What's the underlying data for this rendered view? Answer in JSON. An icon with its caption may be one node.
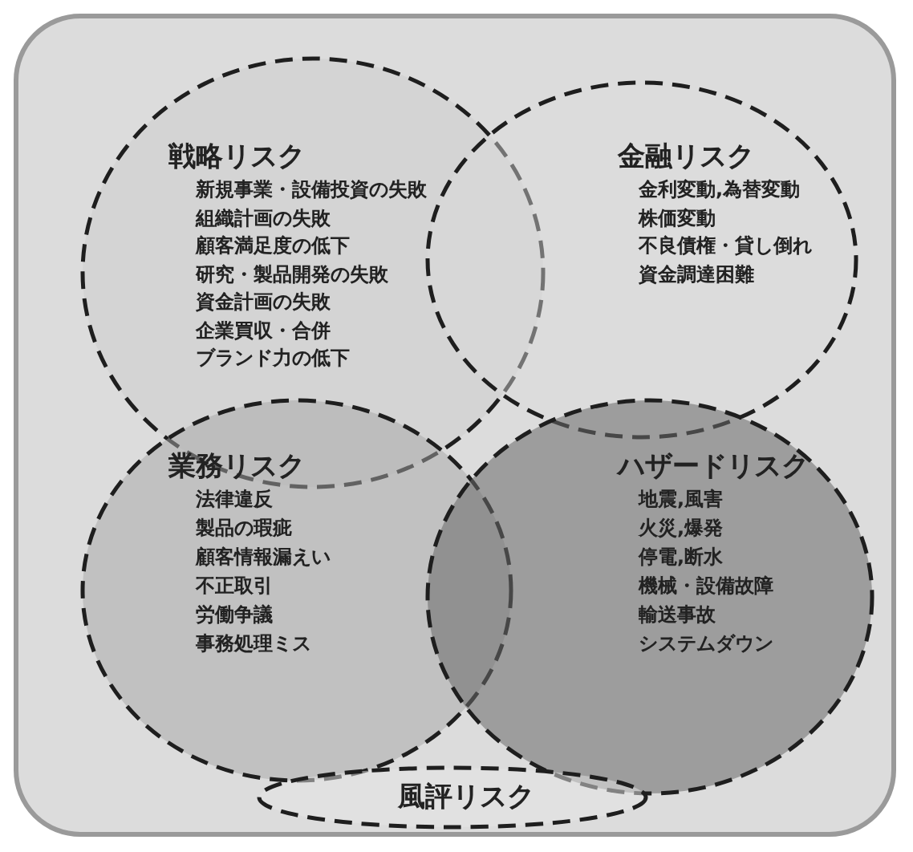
{
  "diagram": {
    "nodes": [
      {
        "text": [
          "戦略リスク",
          "新規事業・設備投資の失敗",
          "組織計画の失敗",
          "顧客満足度の低下",
          "研究・製品開発の失敗",
          "資金計画の失敗",
          "企業買収・合併",
          "ブランド力の低下"
        ]
      },
      {
        "text": [
          "金融リスク",
          "金利変動,為替変動",
          "株価変動",
          "不良債権・貸し倒れ",
          "資金調達困難"
        ]
      },
      {
        "text": [
          "業務リスク",
          "法律違反",
          "製品の瑕疵",
          "顧客情報漏えい",
          "不正取引",
          "労働争議",
          "事務処理ミス"
        ]
      },
      {
        "text": [
          "ハザードリスク",
          "地震,風害",
          "火災,爆発",
          "停電,断水",
          "機械・設備故障",
          "輸送事故",
          "システムダウン"
        ]
      },
      {
        "text": [
          "風評リスク"
        ]
      }
    ]
  }
}
